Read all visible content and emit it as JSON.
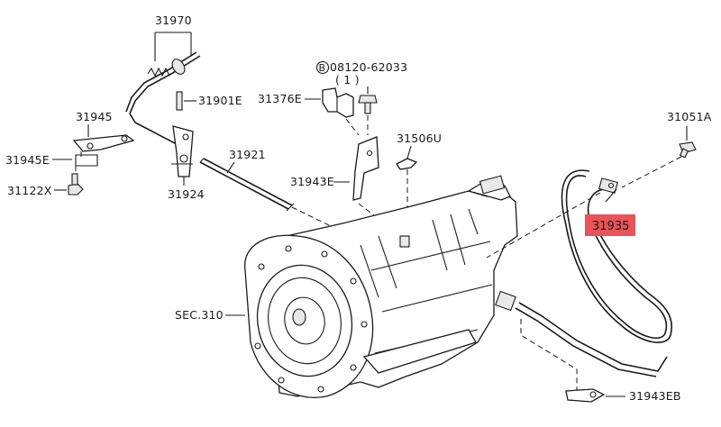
{
  "labels": {
    "p31970": "31970",
    "p31901E": "31901E",
    "p31945": "31945",
    "p31945E": "31945E",
    "p31122X": "31122X",
    "p31924": "31924",
    "p31921": "31921",
    "p08120": "08120-62033",
    "p08120_circle": "B",
    "p08120_qty": "( 1 )",
    "p31376E": "31376E",
    "p31506U": "31506U",
    "p31943E": "31943E",
    "p31051A": "31051A",
    "p31935": "31935",
    "sec310": "SEC.310",
    "p31943EB": "31943EB"
  },
  "colors": {
    "highlight": "#e8545a",
    "line": "#1a1a1a"
  }
}
